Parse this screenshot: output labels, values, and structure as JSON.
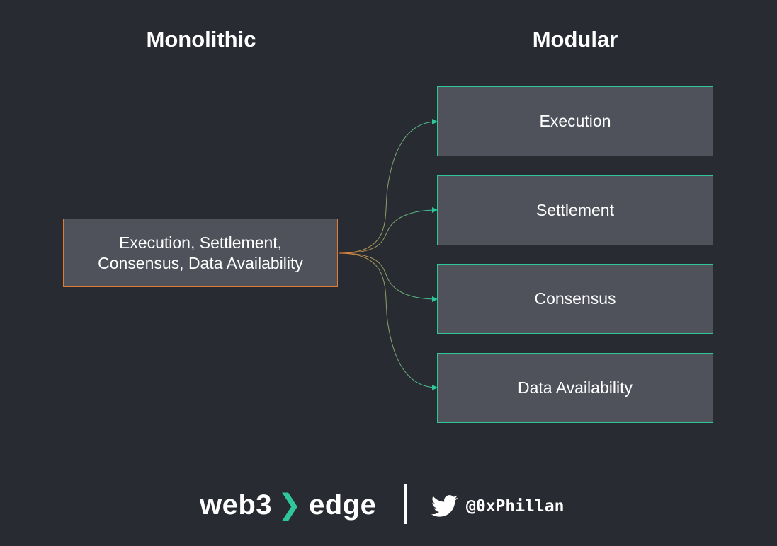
{
  "headings": {
    "left": "Monolithic",
    "right": "Modular"
  },
  "monolithic": {
    "line1": "Execution, Settlement,",
    "line2": "Consensus, Data Availability"
  },
  "modules": [
    {
      "label": "Execution"
    },
    {
      "label": "Settlement"
    },
    {
      "label": "Consensus"
    },
    {
      "label": "Data Availability"
    }
  ],
  "colors": {
    "background": "#292b33",
    "box_fill": "#4f525a",
    "monolithic_border": "#e07b35",
    "modular_border": "#2fc79a"
  },
  "footer": {
    "logo_left": "web3",
    "logo_chevron": "❯",
    "logo_right": "edge",
    "social_icon": "twitter-icon",
    "handle": "@0xPhillan"
  }
}
